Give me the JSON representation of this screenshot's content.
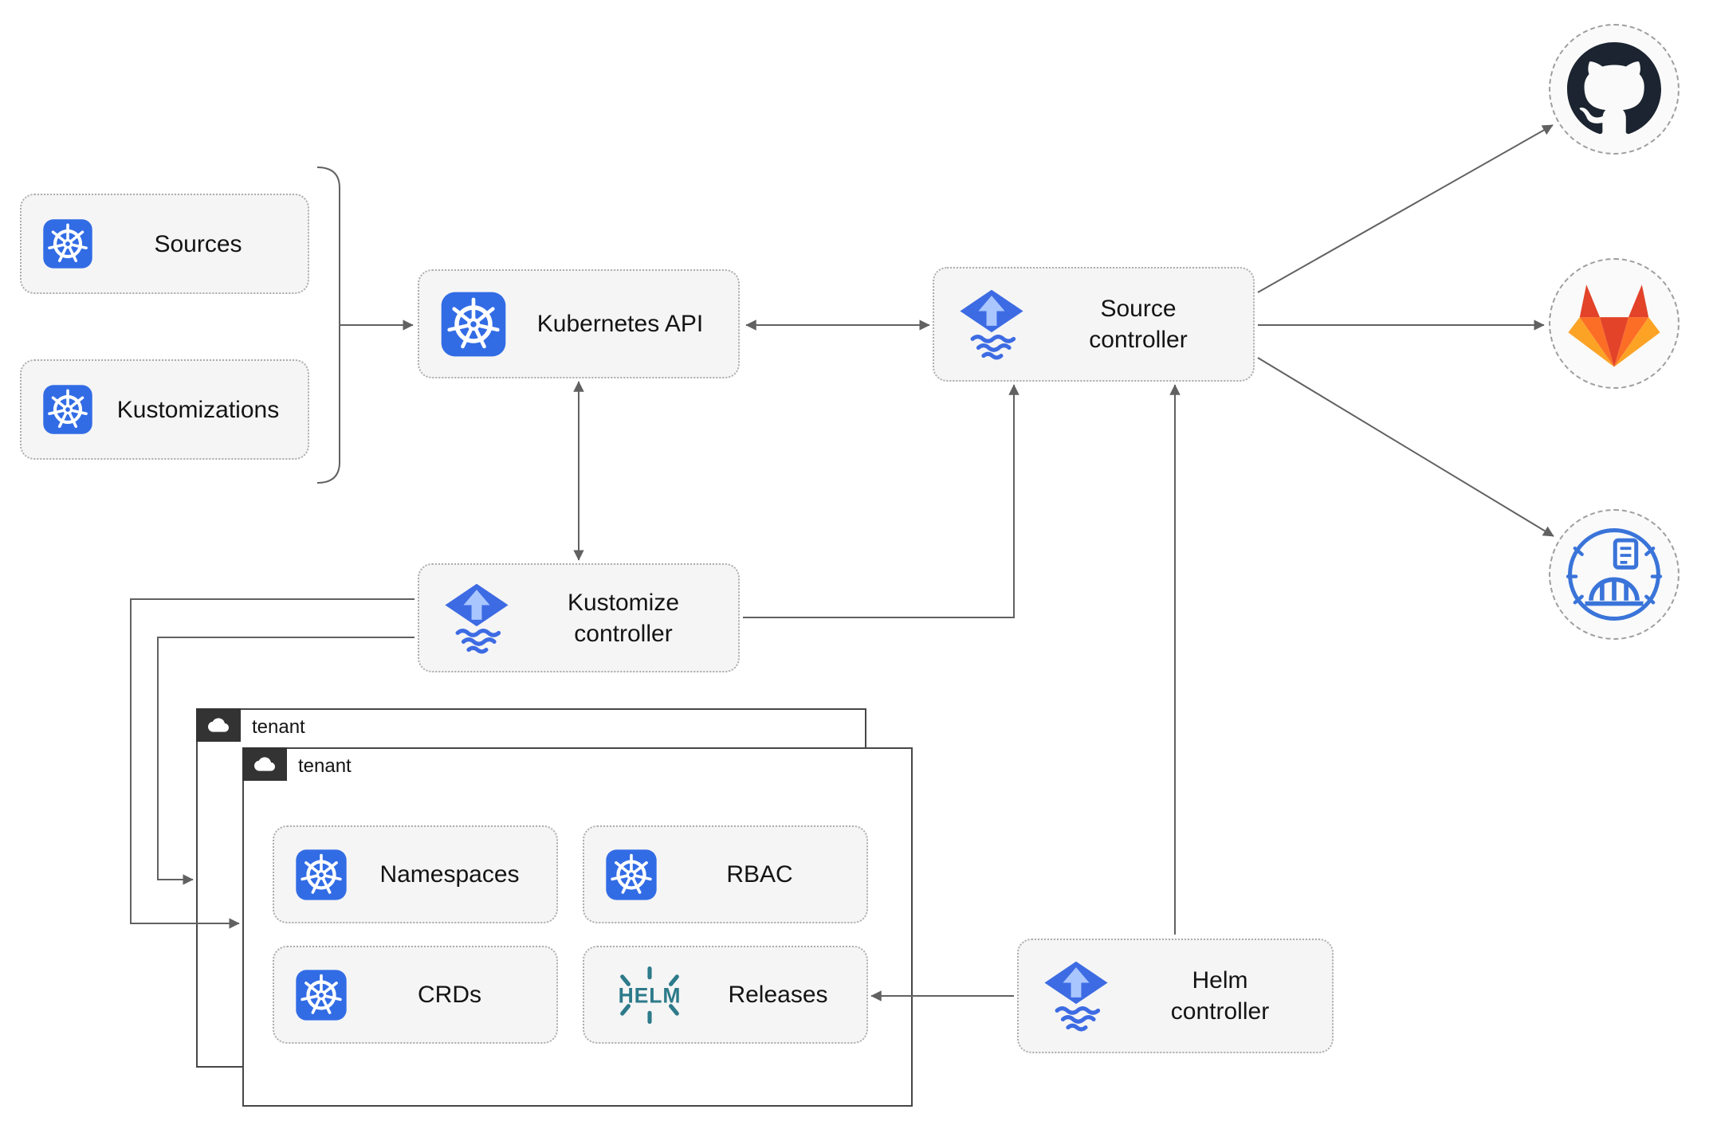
{
  "nodes": {
    "sources": {
      "label": "Sources",
      "icon": "kubernetes"
    },
    "kustomizations": {
      "label": "Kustomizations",
      "icon": "kubernetes"
    },
    "kubernetes_api": {
      "label": "Kubernetes API",
      "icon": "kubernetes"
    },
    "source_controller": {
      "label": "Source controller",
      "icon": "flux"
    },
    "kustomize_controller": {
      "label": "Kustomize controller",
      "icon": "flux"
    },
    "helm_controller": {
      "label": "Helm controller",
      "icon": "flux"
    },
    "tenant_back": {
      "label": "tenant",
      "icon": "cloud"
    },
    "tenant_front": {
      "label": "tenant",
      "icon": "cloud"
    },
    "namespaces": {
      "label": "Namespaces",
      "icon": "kubernetes"
    },
    "rbac": {
      "label": "RBAC",
      "icon": "kubernetes"
    },
    "crds": {
      "label": "CRDs",
      "icon": "kubernetes"
    },
    "releases": {
      "label": "Releases",
      "icon": "helm",
      "icon_text": "HELM"
    },
    "github": {
      "icon": "github"
    },
    "gitlab": {
      "icon": "gitlab"
    },
    "registry": {
      "icon": "artifact-registry"
    }
  },
  "edges": [
    {
      "from": "sources_and_kustomizations_group",
      "to": "kubernetes_api",
      "style": "arrow"
    },
    {
      "from": "kubernetes_api",
      "to": "source_controller",
      "style": "bidirectional"
    },
    {
      "from": "kubernetes_api",
      "to": "kustomize_controller",
      "style": "bidirectional"
    },
    {
      "from": "kustomize_controller",
      "to": "source_controller",
      "style": "arrow"
    },
    {
      "from": "helm_controller",
      "to": "source_controller",
      "style": "arrow"
    },
    {
      "from": "source_controller",
      "to": "github",
      "style": "arrow"
    },
    {
      "from": "source_controller",
      "to": "gitlab",
      "style": "arrow"
    },
    {
      "from": "source_controller",
      "to": "registry",
      "style": "arrow"
    },
    {
      "from": "helm_controller",
      "to": "releases",
      "style": "arrow"
    },
    {
      "from": "kustomize_controller",
      "to": "tenant_front",
      "style": "arrow"
    },
    {
      "from": "kustomize_controller",
      "to": "tenant_back",
      "style": "arrow"
    }
  ],
  "colors": {
    "k8s_blue": "#326CE5",
    "flux_blue": "#3D6BE3",
    "flux_arrow_light": "#A9C6FF",
    "helm_teal": "#2D7A8A",
    "github_dark": "#1B2430",
    "gitlab_red": "#E24329",
    "gitlab_orange": "#FC6D26",
    "gitlab_yellow": "#FCA326",
    "registry_blue": "#3A74D9",
    "edge_gray": "#616161",
    "node_fill": "#F5F5F5",
    "node_border": "#ADADAD",
    "tenant_border": "#474747",
    "chip_bg": "#333333",
    "circle_border": "#9E9E9E",
    "circle_fill": "#FAFAFA"
  }
}
